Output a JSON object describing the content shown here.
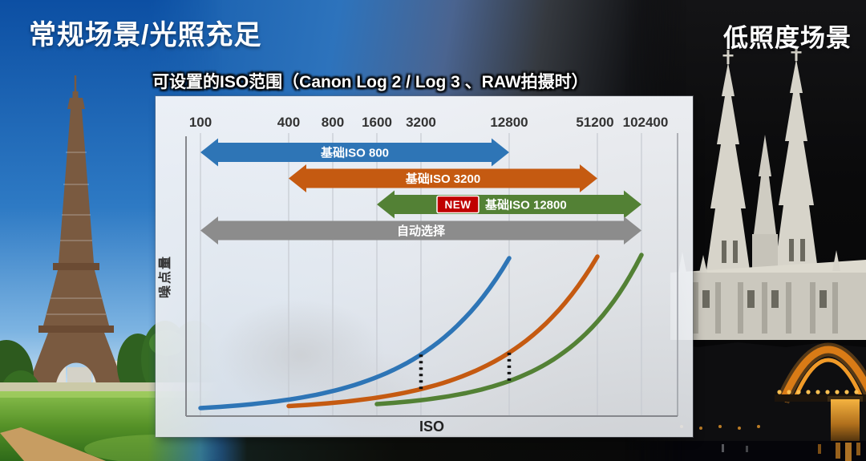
{
  "slide": {
    "heading_left": "常规场景/光照充足",
    "heading_right": "低照度场景",
    "left_photo": "eiffel-tower-daylight",
    "right_photo": "cologne-cathedral-night"
  },
  "chart_data": {
    "type": "line",
    "title": "可设置的ISO范围（Canon Log 2 / Log 3 、RAW拍摄时）",
    "xlabel": "ISO",
    "ylabel": "噪点量",
    "x_scale": "log",
    "x_range": [
      100,
      102400
    ],
    "x_ticks": [
      100,
      400,
      800,
      1600,
      3200,
      12800,
      51200,
      102400
    ],
    "grid": "vertical-only",
    "legend": "labels-inside-arrows",
    "ranges": [
      {
        "label": "基础ISO 800",
        "from": 100,
        "to": 12800,
        "color": "#2E75B6",
        "badge": ""
      },
      {
        "label": "基础ISO 3200",
        "from": 400,
        "to": 51200,
        "color": "#C55A11",
        "badge": ""
      },
      {
        "label": "基础ISO 12800",
        "from": 1600,
        "to": 102400,
        "color": "#538135",
        "badge": "NEW"
      },
      {
        "label": "自动选择",
        "from": 100,
        "to": 102400,
        "color": "#8C8C8C",
        "badge": ""
      }
    ],
    "badge_color": "#C00000",
    "series": [
      {
        "name": "noise-base-iso-800",
        "color": "#2E75B6",
        "x_from": 100,
        "x_to": 12800
      },
      {
        "name": "noise-base-iso-3200",
        "color": "#C55A11",
        "x_from": 400,
        "x_to": 51200
      },
      {
        "name": "noise-base-iso-12800",
        "color": "#538135",
        "x_from": 1600,
        "x_to": 102400
      }
    ],
    "connectors": [
      {
        "at": 3200,
        "between": [
          0,
          1
        ]
      },
      {
        "at": 12800,
        "between": [
          1,
          2
        ]
      }
    ]
  }
}
